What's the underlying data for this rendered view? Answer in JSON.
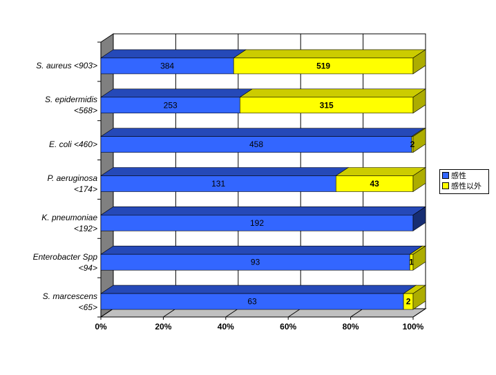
{
  "chart_data": {
    "type": "bar",
    "orientation": "horizontal",
    "stacked": "percent",
    "three_d": true,
    "categories": [
      {
        "name": "S. aureus",
        "count": "<903>"
      },
      {
        "name": "S. epidermidis",
        "count": "<568>"
      },
      {
        "name": "E. coli",
        "count": "<460>"
      },
      {
        "name": "P. aeruginosa",
        "count": "<174>"
      },
      {
        "name": "K. pneumoniae",
        "count": "<192>"
      },
      {
        "name": "Enterobacter Spp",
        "count": "<94>"
      },
      {
        "name": "S. marcescens",
        "count": "<65>"
      }
    ],
    "series": [
      {
        "name": "感性",
        "color": "#3366ff",
        "values": [
          384,
          253,
          458,
          131,
          192,
          93,
          63
        ]
      },
      {
        "name": "感性以外",
        "color": "#ffff00",
        "values": [
          519,
          315,
          2,
          43,
          0,
          1,
          2
        ]
      }
    ],
    "data_labels": [
      [
        "384",
        "519"
      ],
      [
        "253",
        "315"
      ],
      [
        "458",
        "2"
      ],
      [
        "131",
        "43"
      ],
      [
        "192",
        ""
      ],
      [
        "93",
        "1"
      ],
      [
        "63",
        "2"
      ]
    ],
    "xticks": [
      "0%",
      "20%",
      "40%",
      "60%",
      "80%",
      "100%"
    ],
    "xlim": [
      0,
      100
    ],
    "grid": true,
    "legend": "right"
  }
}
